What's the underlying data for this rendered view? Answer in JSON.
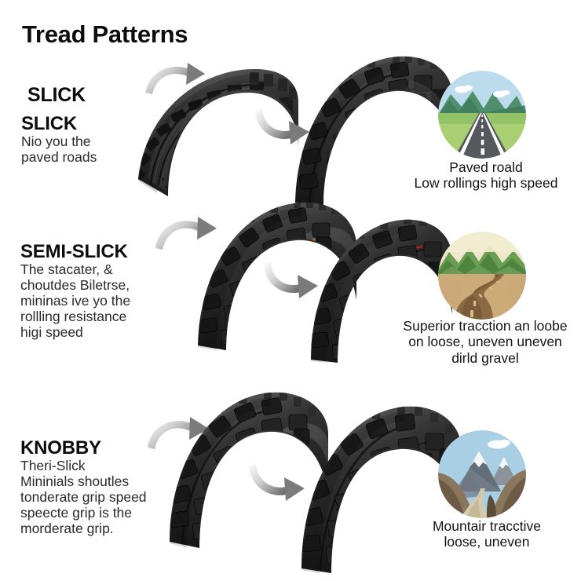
{
  "header": {
    "title": "Tread Patterns"
  },
  "colors": {
    "background": "#ffffff",
    "text": "#111111",
    "tire_dark": "#2b2b2b",
    "tire_mid": "#4a4a4a",
    "tire_light": "#6e6e6e",
    "arrow_gray": "#8c8c8c",
    "accent_orange": "#d2691e",
    "accent_red": "#b22222",
    "road_asphalt": "#55595e",
    "sky_blue": "#bcdcee",
    "grass_green": "#a8cf71",
    "hill_green": "#5f9e6b",
    "dirt_brown": "#8a6a42",
    "sand_tan": "#cdab79",
    "rock_brown": "#7d6a55",
    "snow_white": "#f4f7f9",
    "mountain_gray": "#7f8a93"
  },
  "rows": [
    {
      "id": "slick",
      "label_top": "SLICK",
      "label_main": "SLICK",
      "description": "Nio you the\npaved roads",
      "scene": "paved-road-scene",
      "caption": "Paved roald\nLow rollings high speed",
      "tire_left": "slick-tire",
      "tire_right": "knobby-tire",
      "arrow_left": "curved-arrow-down-right",
      "arrow_right": "curved-arrow-down-right",
      "stripe_color": "none"
    },
    {
      "id": "semi-slick",
      "label_top": "",
      "label_main": "SEMI-SLICK",
      "description": "The stacater, &\nchoutdes Biletrse,\nmininas ive yo the\nrollling resistance\nhigi speed",
      "scene": "gravel-road-scene",
      "caption": "Superior tracction an loobe\non loose, uneven uneven\ndirld gravel",
      "tire_left": "semi-slick-tire",
      "tire_right": "aggressive-tire",
      "arrow_left": "curved-arrow-down-right",
      "arrow_right": "curved-arrow-down-right",
      "stripe_color": "#d2691e"
    },
    {
      "id": "knobby",
      "label_top": "",
      "label_main": "KNOBBY",
      "description": "Theri-Slick\nMininials shoutles\ntonderate grip speed\nspeecte grip is the\nmorderate grip.",
      "scene": "mountain-trail-scene",
      "caption": "Mountair tracctive\nloose, uneven",
      "tire_left": "knobby-tire",
      "tire_right": "knobby-tire",
      "arrow_left": "curved-arrow-down-right",
      "arrow_right": "curved-arrow-down-right",
      "stripe_color": "none"
    }
  ]
}
